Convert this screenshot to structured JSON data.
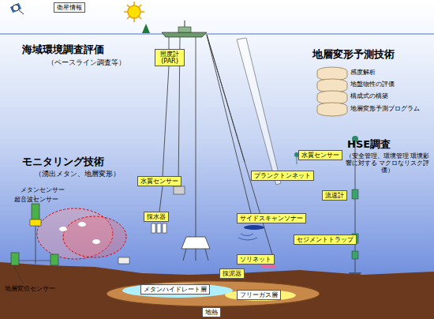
{
  "diagram": {
    "nodes": [
      {
        "text": [
          "衛星情報"
        ]
      },
      {
        "text": [
          "照度計 (PAR)"
        ]
      },
      {
        "text": [
          "水質センサー"
        ]
      },
      {
        "text": [
          "プランクトンネット"
        ]
      },
      {
        "text": [
          "水質センサー"
        ]
      },
      {
        "text": [
          "流速計"
        ]
      },
      {
        "text": [
          "採水器"
        ]
      },
      {
        "text": [
          "サイドスキャンソナー"
        ]
      },
      {
        "text": [
          "セジメントトラップ"
        ]
      },
      {
        "text": [
          "ソリネット"
        ]
      },
      {
        "text": [
          "採泥器"
        ]
      },
      {
        "text": [
          "メタンハイドレート層"
        ]
      },
      {
        "text": [
          "フリーガス層"
        ]
      },
      {
        "text": [
          "地熱"
        ]
      }
    ],
    "labels": [
      "海域環境調査評価",
      "（ベースライン調査等）",
      "地層変形予測技術",
      "感度解析",
      "地盤物性の評価",
      "構成式の構築",
      "地層変形予測プログラム",
      "HSE調査",
      "（安全管理、環境管理 環境影響に対する マクロなリスク評価）",
      "モニタリング技術",
      "（湧出メタン、地層変形）",
      "メタンセンサー",
      "超音波センサー",
      "地層変位センサー"
    ]
  }
}
